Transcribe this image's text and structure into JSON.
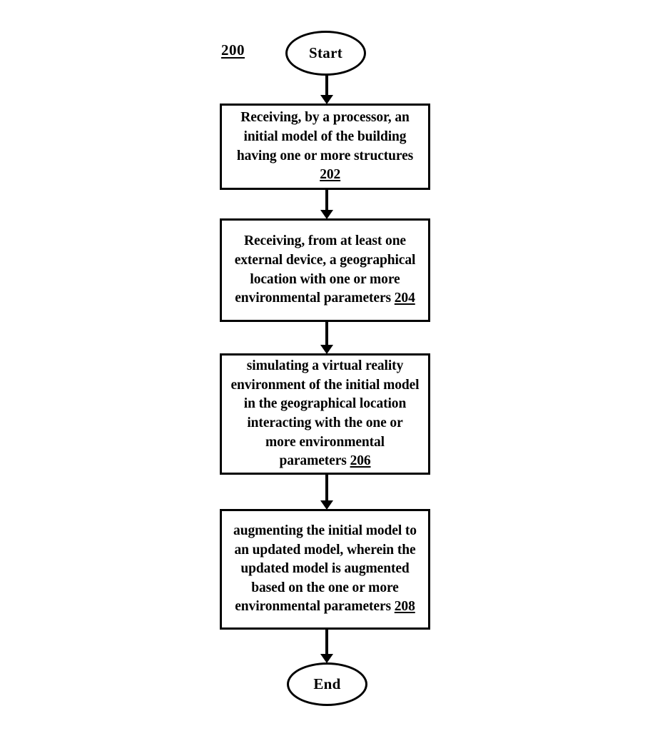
{
  "figure": {
    "number": "200",
    "type": "process-flowchart"
  },
  "nodes": {
    "start": {
      "label": "Start",
      "shape": "ellipse"
    },
    "step_202": {
      "text": "Receiving, by a processor, an initial model of the building having one or more structures",
      "ref": "202",
      "shape": "rectangle"
    },
    "step_204": {
      "text": "Receiving, from at least one external device, a geographical location with one or more environmental parameters",
      "ref": "204",
      "shape": "rectangle"
    },
    "step_206": {
      "text": "simulating a virtual reality environment of the initial model in the geographical location interacting with the one or more environmental parameters",
      "ref": "206",
      "shape": "rectangle"
    },
    "step_208": {
      "text": "augmenting the initial model to an updated model, wherein the updated model is augmented based on the one or more environmental parameters",
      "ref": "208",
      "shape": "rectangle"
    },
    "end": {
      "label": "End",
      "shape": "ellipse"
    }
  },
  "colors": {
    "stroke": "#000000",
    "background": "#ffffff",
    "text": "#000000"
  }
}
